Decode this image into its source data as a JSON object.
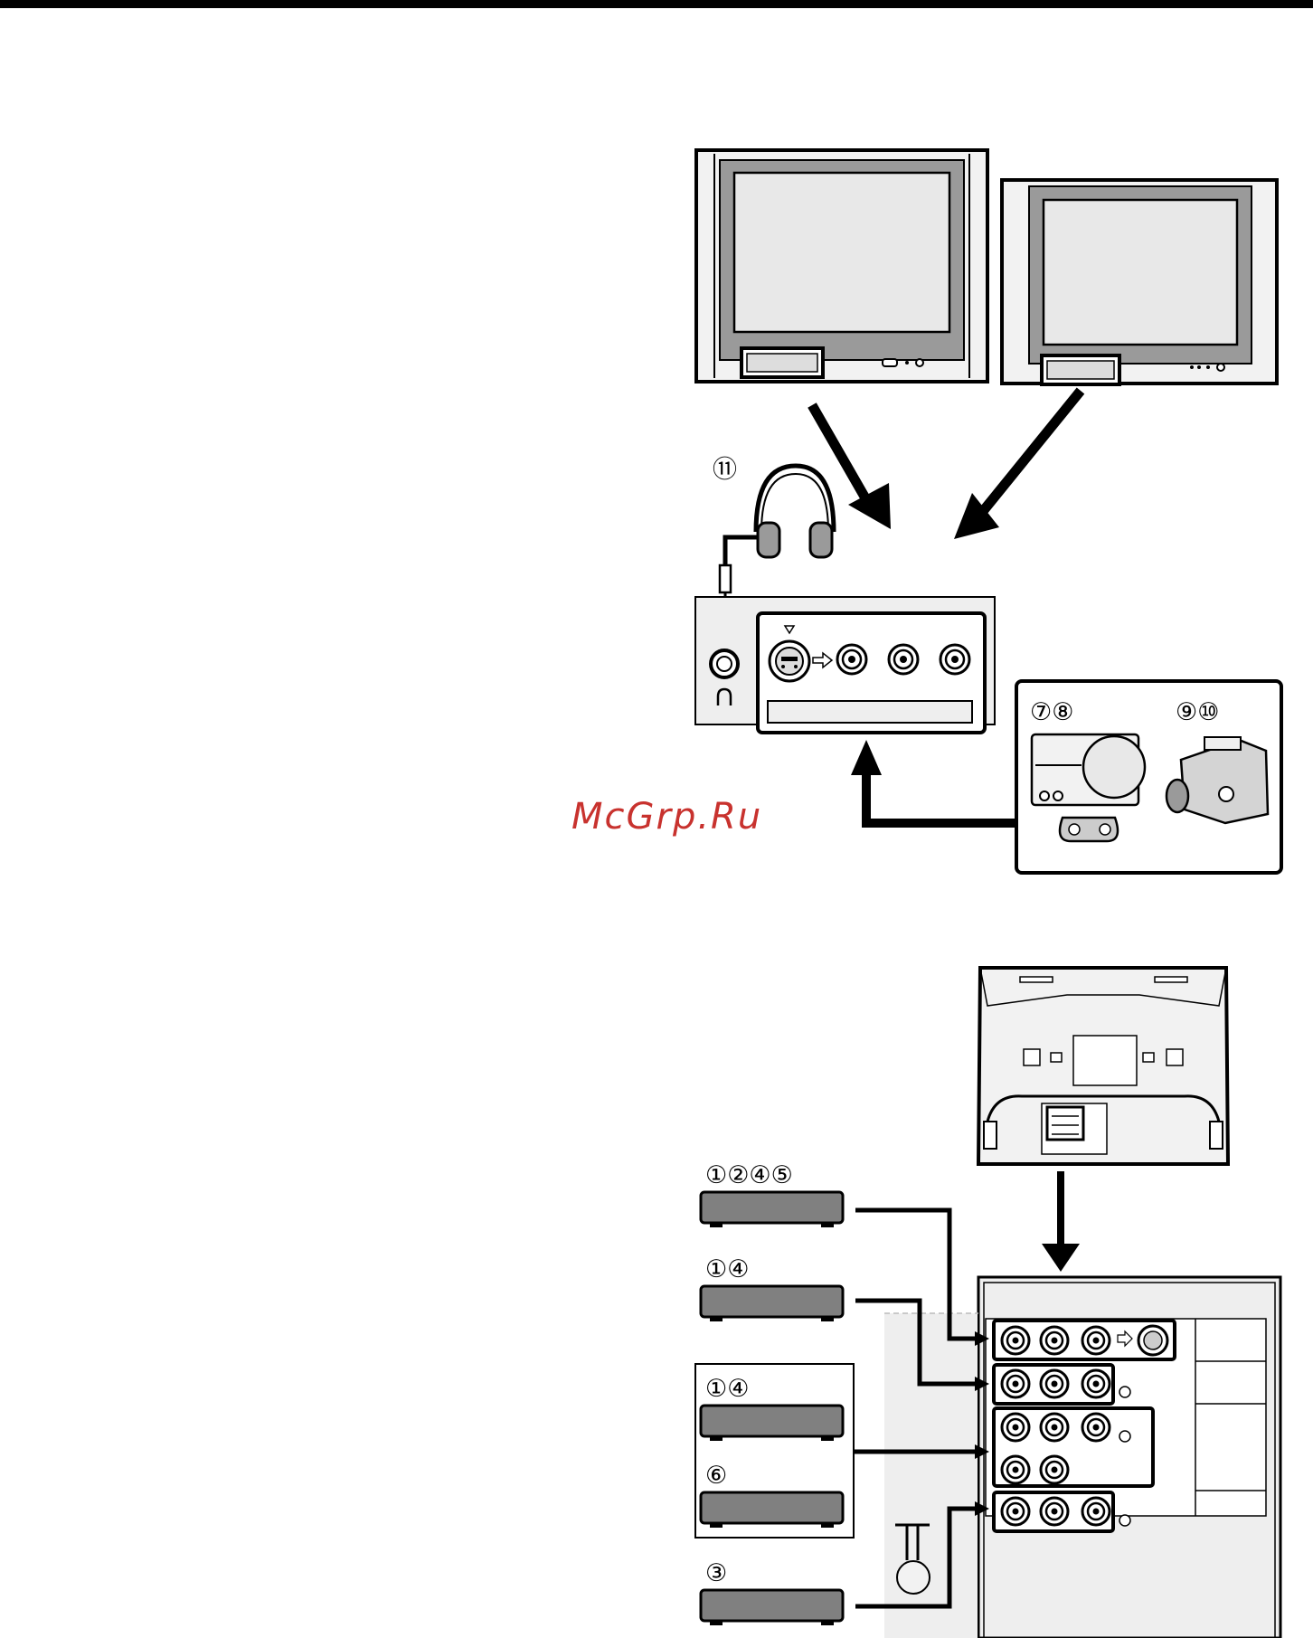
{
  "labels": {
    "headphones": "⑪",
    "game_console": "⑦⑧",
    "camcorder": "⑨⑩",
    "device_a": "①②④⑤",
    "device_b": "①④",
    "device_c": "①④",
    "device_d": "⑥",
    "device_e": "③"
  },
  "watermark": "McGrp.Ru",
  "colors": {
    "line": "#000000",
    "panel_fill": "#eeeeee",
    "screen_fill": "#e8e8e8",
    "device_fill": "#808080",
    "watermark": "#c8322e"
  }
}
